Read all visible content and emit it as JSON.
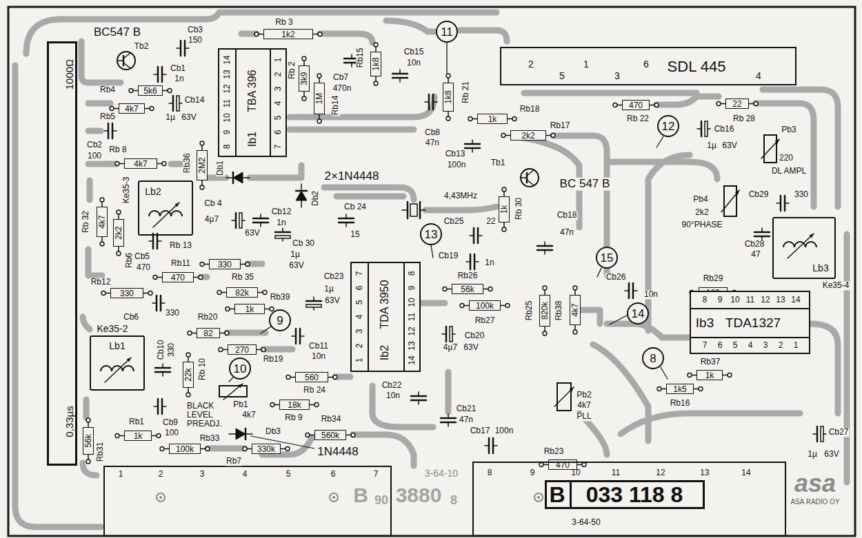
{
  "diagram": {
    "nodes": [
      {
        "text": [
          "1000Ω",
          "0,33µs"
        ]
      },
      {
        "text": [
          "1k2"
        ]
      },
      {
        "text": [
          "Ib1",
          "TBA 396",
          "14",
          "13",
          "12",
          "11",
          "10",
          "9",
          "8",
          "1",
          "2",
          "3",
          "4",
          "5",
          "6",
          "7"
        ]
      },
      {
        "text": [
          "3k9"
        ]
      },
      {
        "text": [
          "1M"
        ]
      },
      {
        "text": [
          "1k8"
        ]
      },
      {
        "text": [
          "11"
        ]
      },
      {
        "text": [
          "1k8"
        ]
      },
      {
        "text": [
          "SDL 445",
          "2",
          "5",
          "1",
          "3",
          "6",
          "4"
        ]
      },
      {
        "text": [
          "5k6"
        ]
      },
      {
        "text": [
          "4k7"
        ]
      },
      {
        "text": [
          "1k"
        ]
      },
      {
        "text": [
          "470"
        ]
      },
      {
        "text": [
          "12"
        ]
      },
      {
        "text": [
          "22"
        ]
      },
      {
        "text": [
          "2k2"
        ]
      },
      {
        "text": [
          "4k7"
        ]
      },
      {
        "text": [
          "2M2"
        ]
      },
      {
        "text": [
          "Lb2"
        ]
      },
      {
        "text": [
          "1k"
        ]
      },
      {
        "text": [
          "13"
        ]
      },
      {
        "text": [
          "4k7"
        ]
      },
      {
        "text": [
          "2k2"
        ]
      },
      {
        "text": [
          "330"
        ]
      },
      {
        "text": [
          "470"
        ]
      },
      {
        "text": [
          "82k"
        ]
      },
      {
        "text": [
          "330"
        ]
      },
      {
        "text": [
          "1k"
        ]
      },
      {
        "text": [
          "Ib2",
          "TDA 3950",
          "7",
          "6",
          "5",
          "4",
          "3",
          "2",
          "1",
          "8",
          "9",
          "10",
          "11",
          "12",
          "13",
          "14"
        ]
      },
      {
        "text": [
          "56k"
        ]
      },
      {
        "text": [
          "100k"
        ]
      },
      {
        "text": [
          "15"
        ]
      },
      {
        "text": [
          "820k"
        ]
      },
      {
        "text": [
          "4k7"
        ]
      },
      {
        "text": [
          "180"
        ]
      },
      {
        "text": [
          "Lb3"
        ]
      },
      {
        "text": [
          "14"
        ]
      },
      {
        "text": [
          "Ib3",
          "TDA1327",
          "8",
          "9",
          "10",
          "11",
          "12",
          "13",
          "14",
          "7",
          "6",
          "5",
          "4",
          "3",
          "2",
          "1"
        ]
      },
      {
        "text": [
          "Lb1"
        ]
      },
      {
        "text": [
          "82"
        ]
      },
      {
        "text": [
          "9"
        ]
      },
      {
        "text": [
          "270"
        ]
      },
      {
        "text": [
          "22k"
        ]
      },
      {
        "text": [
          "10"
        ]
      },
      {
        "text": [
          "560"
        ]
      },
      {
        "text": [
          "8"
        ]
      },
      {
        "text": [
          "1k"
        ]
      },
      {
        "text": [
          "1k5"
        ]
      },
      {
        "text": [
          "18k"
        ]
      },
      {
        "text": [
          "56k"
        ]
      },
      {
        "text": [
          "1k"
        ]
      },
      {
        "text": [
          "560k"
        ]
      },
      {
        "text": [
          "100k"
        ]
      },
      {
        "text": [
          "330k"
        ]
      },
      {
        "text": [
          "470"
        ]
      },
      {
        "text": [
          "1",
          "2",
          "3",
          "4",
          "5",
          "6",
          "7"
        ]
      },
      {
        "text": [
          "8",
          "9",
          "10",
          "11",
          "12",
          "13",
          "14",
          "3-64-50"
        ]
      },
      {
        "text": [
          "B",
          "033 118 8"
        ],
        "in": 56
      }
    ],
    "labels": [
      "BC547 B",
      "Tb2",
      "Cb3",
      "150",
      "Rb 3",
      "Cb1",
      "1n",
      "Rb4",
      "Cb14",
      "1µ",
      "63V",
      "Rb5",
      "Cb2",
      "100",
      "Rb 8",
      "Rb36",
      "Rb 2",
      "Rb14",
      "Rb15",
      "Cb15",
      "10n",
      "Cb7",
      "470n",
      "Rb 21",
      "Cb8",
      "47n",
      "Rb18",
      "Rb17",
      "Cb13",
      "100n",
      "Tb1",
      "BC 547 B",
      "Rb 22",
      "Rb 28",
      "Cb16",
      "1µ",
      "63V",
      "Pb3",
      "220",
      "DL AMPL",
      "Db1",
      "2×1N4448",
      "Db2",
      "4,43MHz",
      "Rb 30",
      "Ke35-3",
      "Rb 32",
      "Rb6",
      "Cb 4",
      "4µ7",
      "63V",
      "Cb12",
      "1n",
      "Cb 24",
      "15",
      "Cb25",
      "22",
      "Cb18",
      "47n",
      "Pb4",
      "2k2",
      "90°PHASE",
      "Cb29",
      "330",
      "Cb28",
      "47",
      "Ke35-4",
      "Cb 30",
      "1µ",
      "63V",
      "Cb5",
      "470",
      "Rb 13",
      "Rb11",
      "Rb12",
      "Cb6",
      "330",
      "Rb 35",
      "Rb39",
      "Cb23",
      "1µ",
      "63V",
      "Cb19",
      "1n",
      "Rb26",
      "Rb27",
      "Rb25",
      "Rb38",
      "Cb26",
      "10n",
      "Rb29",
      "Ke35-2",
      "Cb10",
      "330",
      "Rb20",
      "Rb19",
      "Cb11",
      "10n",
      "Cb20",
      "4µ7",
      "63V",
      "Rb 10",
      "Rb 24",
      "Cb22",
      "10n",
      "Pb1",
      "4k7",
      "BLACK LEVEL PREADJ.",
      "Pb2",
      "4k7",
      "PLL",
      "Rb37",
      "Rb16",
      "Cb21",
      "47n",
      "Cb9",
      "100",
      "Rb 9",
      "Rb34",
      "Rb1",
      "Rb33",
      "Rb7",
      "Db3",
      "1N4448",
      "Rb31",
      "Cb17",
      "100n",
      "Rb23",
      "Cb27",
      "1µ",
      "63V",
      "3-64-10",
      "B",
      "90",
      "3880",
      "8",
      "asa",
      "ASA RADIO OY"
    ]
  }
}
